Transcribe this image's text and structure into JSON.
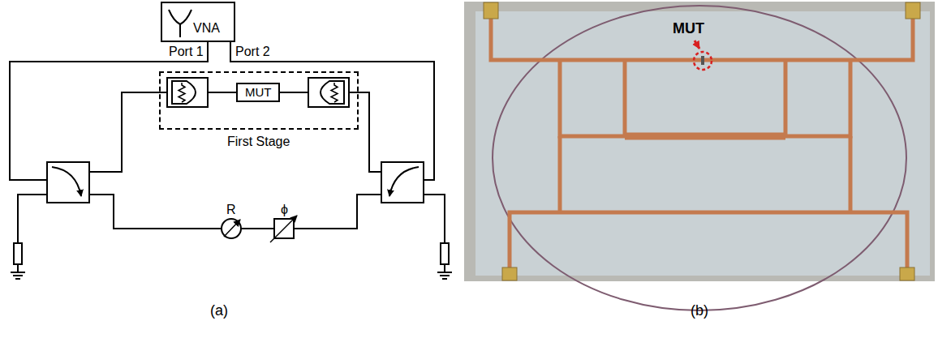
{
  "diagram": {
    "nodes": [
      {
        "text": [
          "VNA"
        ]
      },
      {
        "text": [
          "First Stage"
        ]
      },
      {
        "text": [
          "MUT"
        ],
        "in": 1
      }
    ],
    "labels": [
      "Port 1",
      "Port 2",
      "R",
      "ϕ",
      "(a)",
      "(b)",
      "MUT"
    ]
  }
}
